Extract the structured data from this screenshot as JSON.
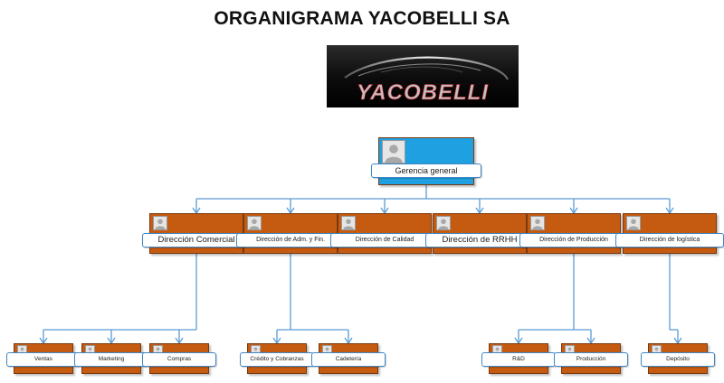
{
  "title": "ORGANIGRAMA YACOBELLI SA",
  "logo": {
    "text": "YACOBELLI"
  },
  "colors": {
    "card": "#c55a11",
    "root_card": "#1fa0e0",
    "label_border": "#3f87c5",
    "connector": "#5b9bd5"
  },
  "org": {
    "root": {
      "label": "Gerencia general"
    },
    "directions": [
      {
        "label": "Dirección Comercial",
        "children": [
          "Ventas",
          "Marketing",
          "Compras"
        ]
      },
      {
        "label": "Dirección de Adm. y Fin.",
        "children": [
          "Crédito y Cobranzas",
          "Cadetería"
        ]
      },
      {
        "label": "Dirección de Calidad",
        "children": []
      },
      {
        "label": "Dirección de RRHH",
        "children": []
      },
      {
        "label": "Dirección de Producción",
        "children": [
          "R&D",
          "Producción"
        ]
      },
      {
        "label": "Dirección de logística",
        "children": [
          "Depósito"
        ]
      }
    ]
  }
}
